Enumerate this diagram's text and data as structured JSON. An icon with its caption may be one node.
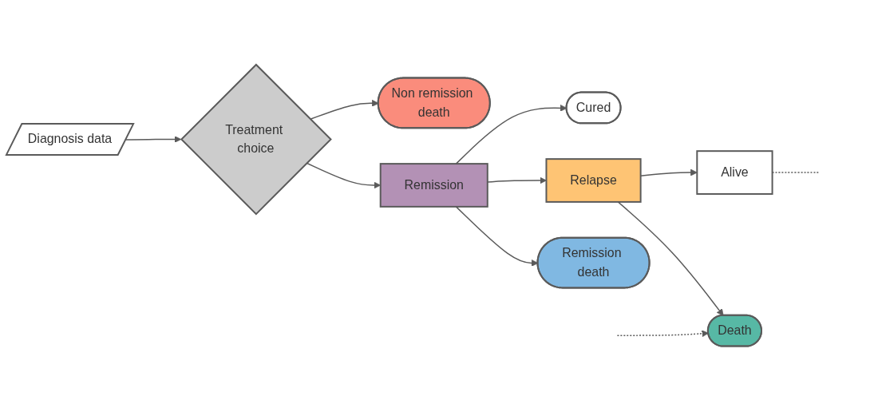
{
  "diagram": {
    "nodes": [
      {
        "text": [
          "Diagnosis data"
        ]
      },
      {
        "text": [
          "Treatment choice"
        ]
      },
      {
        "text": [
          "Non remission death"
        ]
      },
      {
        "text": [
          "Remission"
        ]
      },
      {
        "text": [
          "Cured"
        ]
      },
      {
        "text": [
          "Relapse"
        ]
      },
      {
        "text": [
          "Remission death"
        ]
      },
      {
        "text": [
          "Alive"
        ]
      },
      {
        "text": [
          "Death"
        ]
      }
    ],
    "edges": [
      {
        "from": 0,
        "to": 1,
        "arrow": "to"
      },
      {
        "from": 1,
        "to": 2,
        "arrow": "to"
      },
      {
        "from": 1,
        "to": 3,
        "arrow": "to"
      },
      {
        "from": 3,
        "to": 4,
        "arrow": "to"
      },
      {
        "from": 3,
        "to": 5,
        "arrow": "to"
      },
      {
        "from": 3,
        "to": 6,
        "arrow": "to"
      },
      {
        "from": 5,
        "to": 7,
        "arrow": "to"
      },
      {
        "from": 5,
        "to": 8,
        "arrow": "to"
      },
      {
        "from": 7,
        "to": null,
        "arrow": "none",
        "style": "dashed"
      },
      {
        "from": null,
        "to": 8,
        "arrow": "to",
        "style": "dashed"
      }
    ]
  }
}
